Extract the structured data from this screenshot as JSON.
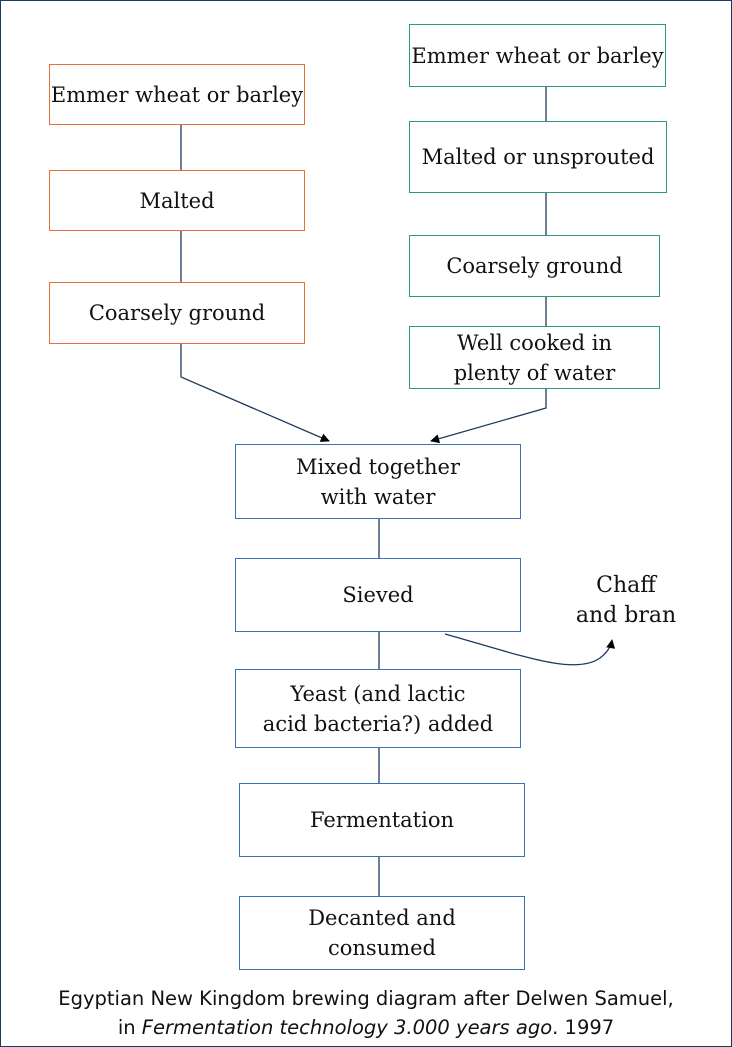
{
  "left_branch": {
    "step1": "Emmer wheat or barley",
    "step2": "Malted",
    "step3": "Coarsely ground"
  },
  "right_branch": {
    "step1": "Emmer wheat or barley",
    "step2": "Malted or unsprouted",
    "step3": "Coarsely ground",
    "step4_line1": "Well cooked in",
    "step4_line2": "plenty of water"
  },
  "main_flow": {
    "mixed_line1": "Mixed together",
    "mixed_line2": "with water",
    "sieved": "Sieved",
    "yeast_line1": "Yeast (and lactic",
    "yeast_line2": "acid bacteria?) added",
    "fermentation": "Fermentation",
    "decanted_line1": "Decanted and",
    "decanted_line2": "consumed"
  },
  "byproduct": {
    "line1": "Chaff",
    "line2": "and bran"
  },
  "caption": {
    "line1": "Egyptian New Kingdom brewing diagram after Delwen Samuel,",
    "line2_prefix": "in ",
    "line2_title": "Fermentation technology 3.000 years ago",
    "line2_suffix": ". 1997"
  },
  "colors": {
    "left_border": "#e4703e",
    "right_border": "#2e9a72",
    "main_border": "#3a72b8",
    "connector": "#1f3a5f"
  }
}
